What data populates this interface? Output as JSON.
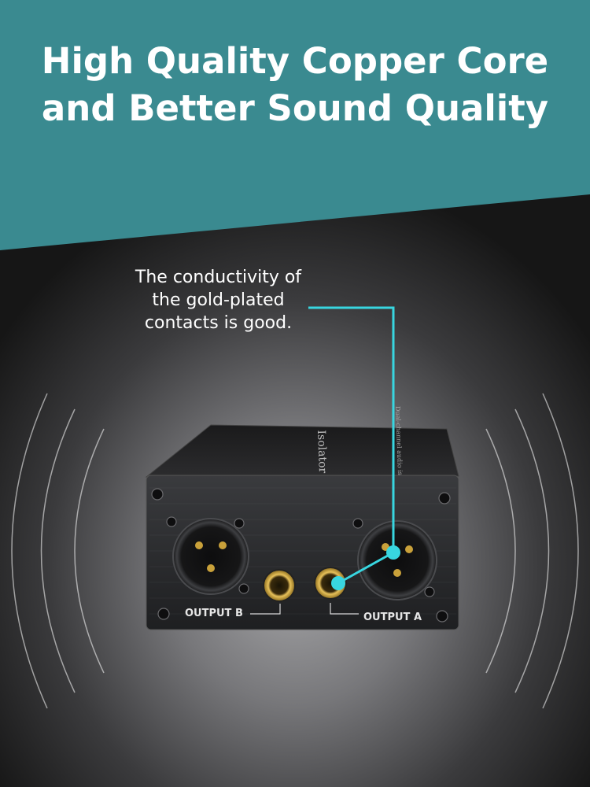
{
  "headline": {
    "line1": "High Quality Copper Core",
    "line2": "and Better Sound Quality"
  },
  "callout": {
    "line1": "The conductivity of",
    "line2": "the gold-plated",
    "line3": "contacts is good."
  },
  "device": {
    "top_label": "Isolator",
    "side_label": "Dual-channel audio isolator",
    "port_left_label": "OUTPUT B",
    "port_right_label": "OUTPUT A"
  },
  "colors": {
    "banner": "#3a8a90",
    "accent": "#38d6e0",
    "gold": "#c9a13a"
  }
}
